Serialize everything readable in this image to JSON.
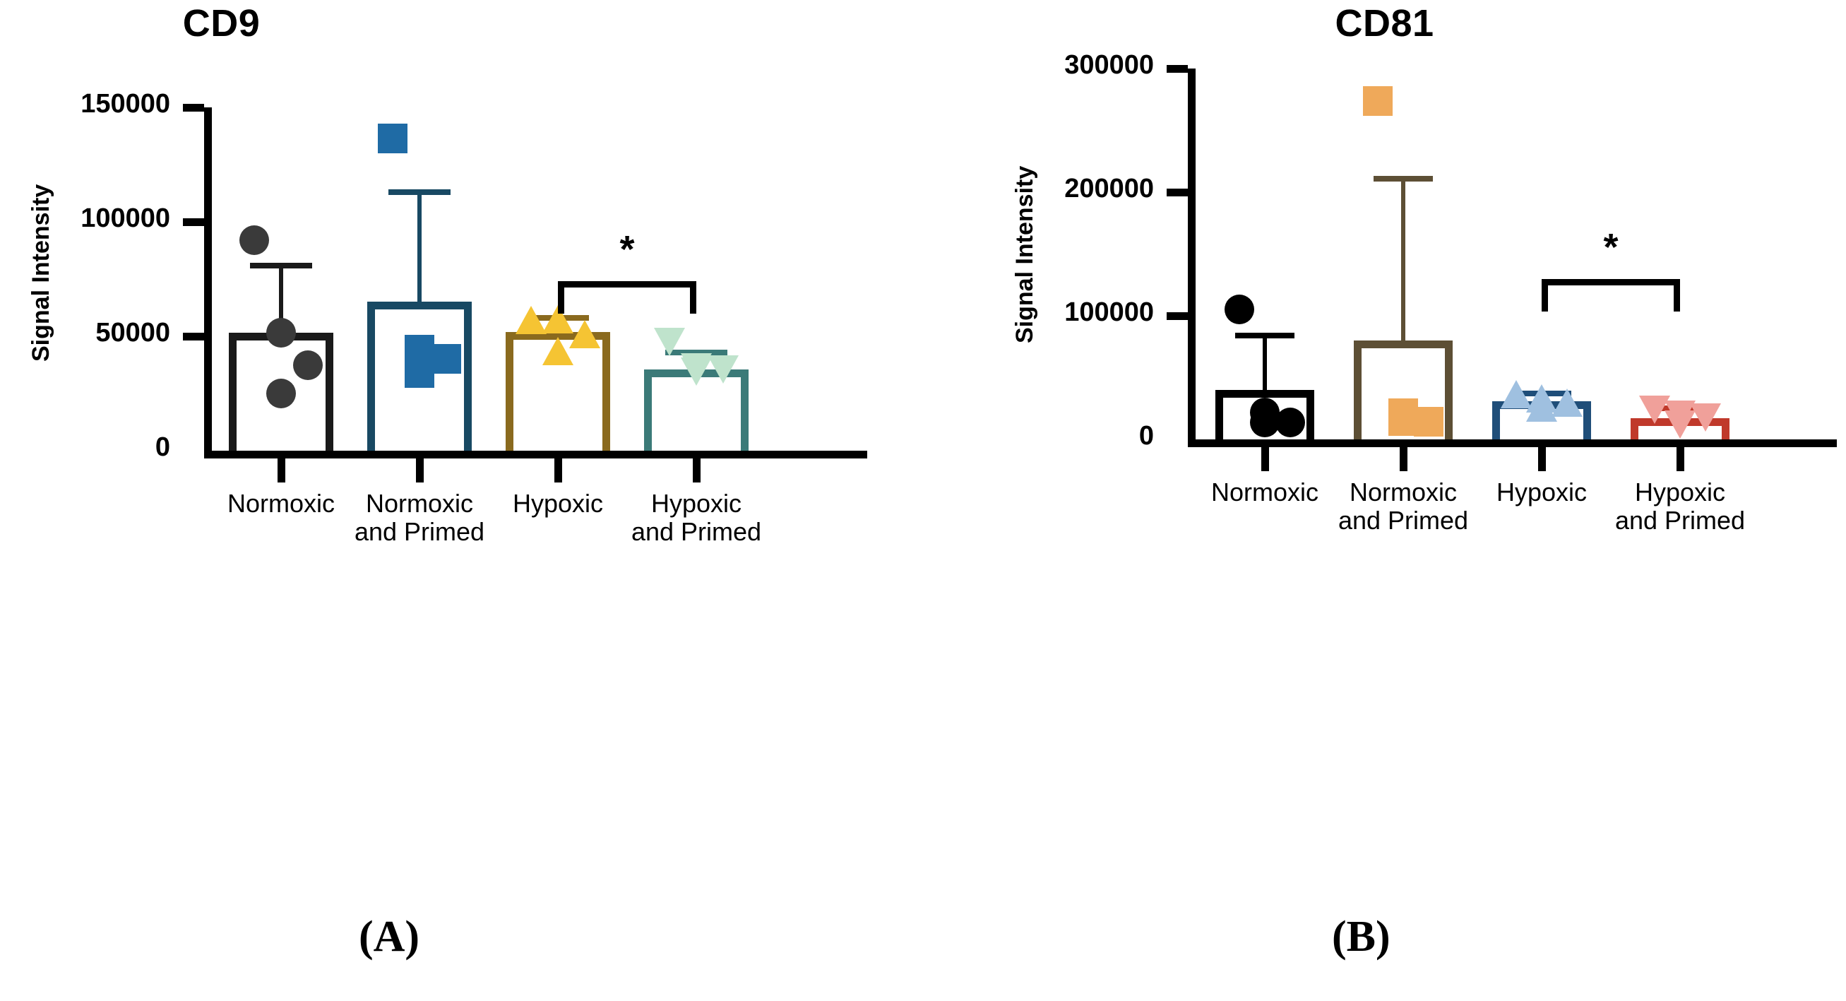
{
  "figure": {
    "panels": [
      {
        "id": "A",
        "label": "(A)"
      },
      {
        "id": "B",
        "label": "(B)"
      }
    ]
  },
  "chart_data": [
    {
      "type": "bar",
      "panel": "A",
      "title": "CD9",
      "xlabel": "",
      "ylabel": "Signal Intensity",
      "ylim": [
        0,
        150000
      ],
      "yticks": [
        0,
        50000,
        100000,
        150000
      ],
      "ytick_labels": [
        "0",
        "50000",
        "100000",
        "150000"
      ],
      "grid": false,
      "legend": "none",
      "categories": [
        "Normoxic",
        "Normoxic and Primed",
        "Hypoxic",
        "Hypoxic and Primed"
      ],
      "category_lines": [
        [
          "Normoxic"
        ],
        [
          "Normoxic",
          "and Primed"
        ],
        [
          "Hypoxic"
        ],
        [
          "Hypoxic",
          "and Primed"
        ]
      ],
      "values": [
        51500,
        65000,
        52000,
        35500
      ],
      "errors_upper": [
        81000,
        113000,
        58000,
        43000
      ],
      "colors": [
        "#1a1a1a",
        "#184963",
        "#8a6a1e",
        "#3b7a78"
      ],
      "point_colors": [
        "#3a3a3a",
        "#1f6ba5",
        "#f5c433",
        "#bfe3cc"
      ],
      "point_markers": [
        "circle",
        "square",
        "triangle-up",
        "triangle-down"
      ],
      "points": [
        [
          92000,
          51500,
          37500,
          25000
        ],
        [
          136500,
          44000,
          40000,
          34000
        ],
        [
          57000,
          57500,
          51000,
          43500
        ],
        [
          47500,
          36500,
          35500,
          34500
        ]
      ],
      "annotations": [
        {
          "type": "significance-bracket",
          "from": "Hypoxic",
          "to": "Hypoxic and Primed",
          "symbol": "*",
          "y": 74000
        }
      ]
    },
    {
      "type": "bar",
      "panel": "B",
      "title": "CD81",
      "xlabel": "",
      "ylabel": "Signal Intensity",
      "ylim": [
        0,
        300000
      ],
      "yticks": [
        0,
        100000,
        200000,
        300000
      ],
      "ytick_labels": [
        "0",
        "100000",
        "200000",
        "300000"
      ],
      "grid": false,
      "legend": "none",
      "categories": [
        "Normoxic",
        "Normoxic and Primed",
        "Hypoxic",
        "Hypoxic and Primed"
      ],
      "category_lines": [
        [
          "Normoxic"
        ],
        [
          "Normoxic",
          "and Primed"
        ],
        [
          "Hypoxic"
        ],
        [
          "Hypoxic",
          "and Primed"
        ]
      ],
      "values": [
        40000,
        80000,
        31000,
        17000
      ],
      "errors_upper": [
        84000,
        211000,
        37000,
        25000
      ],
      "colors": [
        "#000000",
        "#5d4f35",
        "#1f4e79",
        "#c0392b"
      ],
      "point_colors": [
        "#000000",
        "#efa95a",
        "#9fc0e0",
        "#f0a09a"
      ],
      "point_markers": [
        "circle",
        "square",
        "triangle-up",
        "triangle-down"
      ],
      "points": [
        [
          105000,
          22000,
          14000,
          13500
        ],
        [
          274000,
          21000,
          14500,
          15000
        ],
        [
          36500,
          33000,
          30000,
          26000
        ],
        [
          24000,
          20000,
          17500,
          12000
        ]
      ],
      "annotations": [
        {
          "type": "significance-bracket",
          "from": "Hypoxic",
          "to": "Hypoxic and Primed",
          "symbol": "*",
          "y": 130000
        }
      ]
    }
  ]
}
